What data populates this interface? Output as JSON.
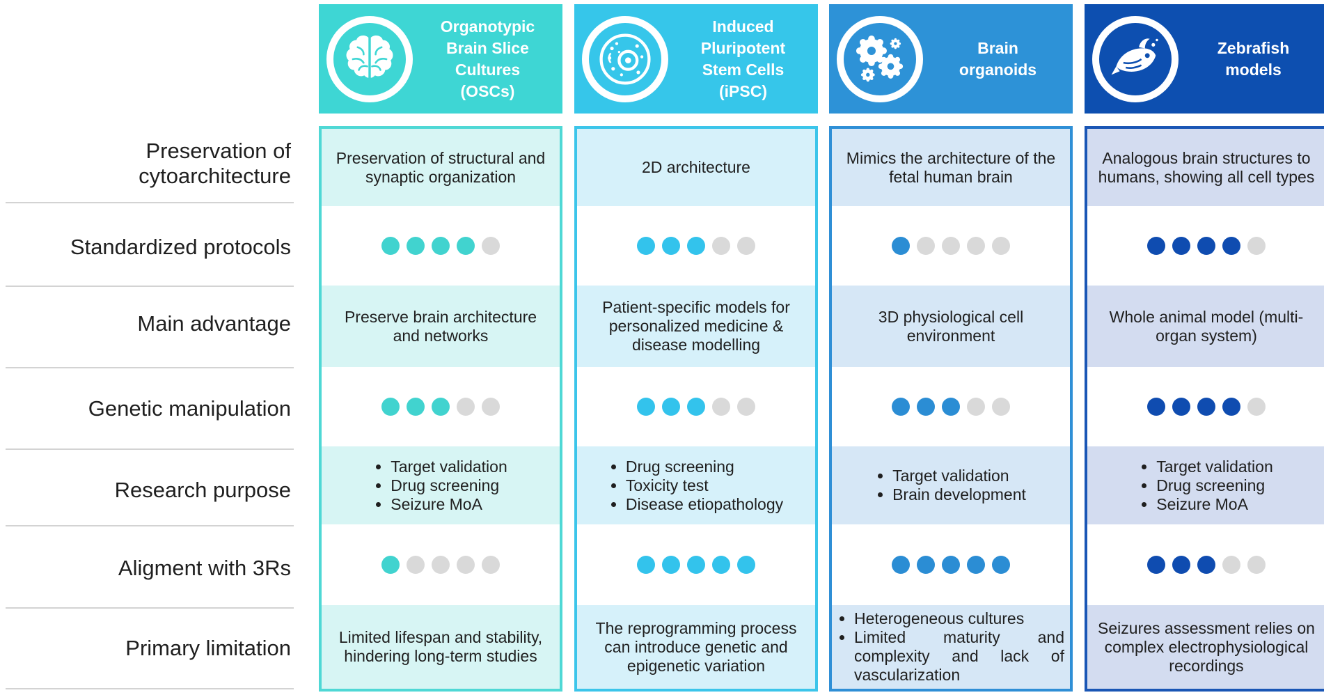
{
  "rows": [
    "Preservation of cytoarchitecture",
    "Standardized protocols",
    "Main advantage",
    "Genetic manipulation",
    "Research purpose",
    "Aligment with 3Rs",
    "Primary limitation"
  ],
  "columns": [
    {
      "title": "Organotypic\nBrain Slice\nCultures\n(OSCs)",
      "icon": "brain-icon",
      "header_color": "#3ed6d4",
      "border_color": "#4fd8d5",
      "tint_color": "#d7f5f4",
      "dot_color": "#41d3cf",
      "cytoarchitecture": "Preservation of structural and synaptic organization",
      "standardized_protocols": 4,
      "main_advantage": "Preserve brain architecture and networks",
      "genetic_manipulation": 3,
      "research_purpose": [
        "Target validation",
        "Drug screening",
        "Seizure MoA"
      ],
      "alignment_3rs": 1,
      "primary_limitation": "Limited lifespan and stability, hindering long-term studies"
    },
    {
      "title": "Induced\nPluripotent\nStem Cells\n(iPSC)",
      "icon": "cell-icon",
      "header_color": "#36c6ea",
      "border_color": "#3cc5ea",
      "tint_color": "#d6f1fa",
      "dot_color": "#33c3ec",
      "cytoarchitecture": "2D architecture",
      "standardized_protocols": 3,
      "main_advantage": "Patient-specific models for personalized medicine & disease modelling",
      "genetic_manipulation": 3,
      "research_purpose": [
        "Drug screening",
        "Toxicity test",
        "Disease etiopathology"
      ],
      "alignment_3rs": 5,
      "primary_limitation": "The reprogramming process can introduce genetic and epigenetic variation"
    },
    {
      "title": "Brain\norganoids",
      "icon": "organoids-icon",
      "header_color": "#2d92d7",
      "border_color": "#2f8fd6",
      "tint_color": "#d6e7f6",
      "dot_color": "#2b8dd4",
      "cytoarchitecture": "Mimics the architecture of the fetal human brain",
      "standardized_protocols": 1,
      "main_advantage": "3D physiological cell environment",
      "genetic_manipulation": 3,
      "research_purpose": [
        "Target validation",
        "Brain development"
      ],
      "alignment_3rs": 5,
      "primary_limitation": [
        "Heterogeneous cultures",
        "Limited maturity and complexity and lack of vascularization"
      ]
    },
    {
      "title": "Zebrafish\nmodels",
      "icon": "zebrafish-icon",
      "header_color": "#0d4fb0",
      "border_color": "#1a56b5",
      "tint_color": "#d3dcf0",
      "dot_color": "#0f4cb0",
      "cytoarchitecture": "Analogous brain structures to humans, showing all cell types",
      "standardized_protocols": 4,
      "main_advantage": "Whole animal model (multi-organ system)",
      "genetic_manipulation": 4,
      "research_purpose": [
        "Target validation",
        "Drug screening",
        "Seizure MoA"
      ],
      "alignment_3rs": 3,
      "primary_limitation": "Seizures assessment relies on complex electrophysiological recordings"
    }
  ]
}
